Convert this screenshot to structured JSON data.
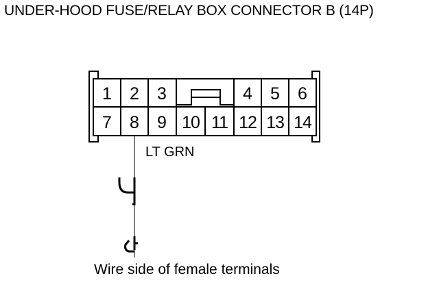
{
  "title": "UNDER-HOOD FUSE/RELAY BOX CONNECTOR B (14P)",
  "connector": {
    "top_row": [
      "1",
      "2",
      "3",
      "4",
      "5",
      "6"
    ],
    "bottom_row": [
      "7",
      "8",
      "9",
      "10",
      "11",
      "12",
      "13",
      "14"
    ]
  },
  "wire": {
    "terminal": "8",
    "color_label": "LT GRN"
  },
  "caption": "Wire side of female terminals"
}
